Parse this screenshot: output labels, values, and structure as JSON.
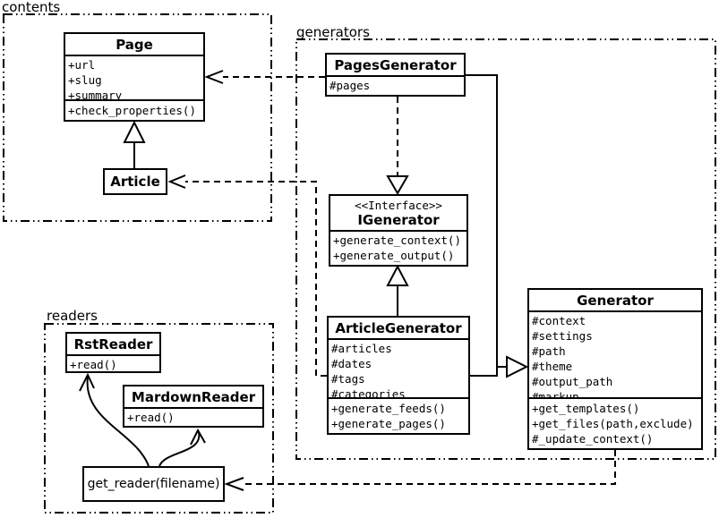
{
  "packages": {
    "contents": {
      "label": "contents"
    },
    "generators": {
      "label": "generators"
    },
    "readers": {
      "label": "readers"
    }
  },
  "classes": {
    "page": {
      "title": "Page",
      "attributes": [
        "+url",
        "+slug",
        "+summary"
      ],
      "methods": [
        "+check_properties()"
      ]
    },
    "article": {
      "title": "Article"
    },
    "pages_generator": {
      "title": "PagesGenerator",
      "attributes": [
        "#pages"
      ]
    },
    "igenerator": {
      "stereotype": "<<Interface>>",
      "title": "IGenerator",
      "methods": [
        "+generate_context()",
        "+generate_output()"
      ]
    },
    "article_generator": {
      "title": "ArticleGenerator",
      "attributes": [
        "#articles",
        "#dates",
        "#tags",
        "#categories"
      ],
      "methods": [
        "+generate_feeds()",
        "+generate_pages()"
      ]
    },
    "generator": {
      "title": "Generator",
      "attributes": [
        "#context",
        "#settings",
        "#path",
        "#theme",
        "#output_path",
        "#markup"
      ],
      "methods": [
        "+get_templates()",
        "+get_files(path,exclude)",
        "#_update_context()"
      ]
    },
    "rst_reader": {
      "title": "RstReader",
      "methods": [
        "+read()"
      ]
    },
    "mardown_reader": {
      "title": "MardownReader",
      "methods": [
        "+read()"
      ]
    },
    "get_reader": {
      "label": "get_reader(filename)"
    }
  },
  "colors": {
    "stroke": "#000000",
    "background": "#ffffff"
  }
}
